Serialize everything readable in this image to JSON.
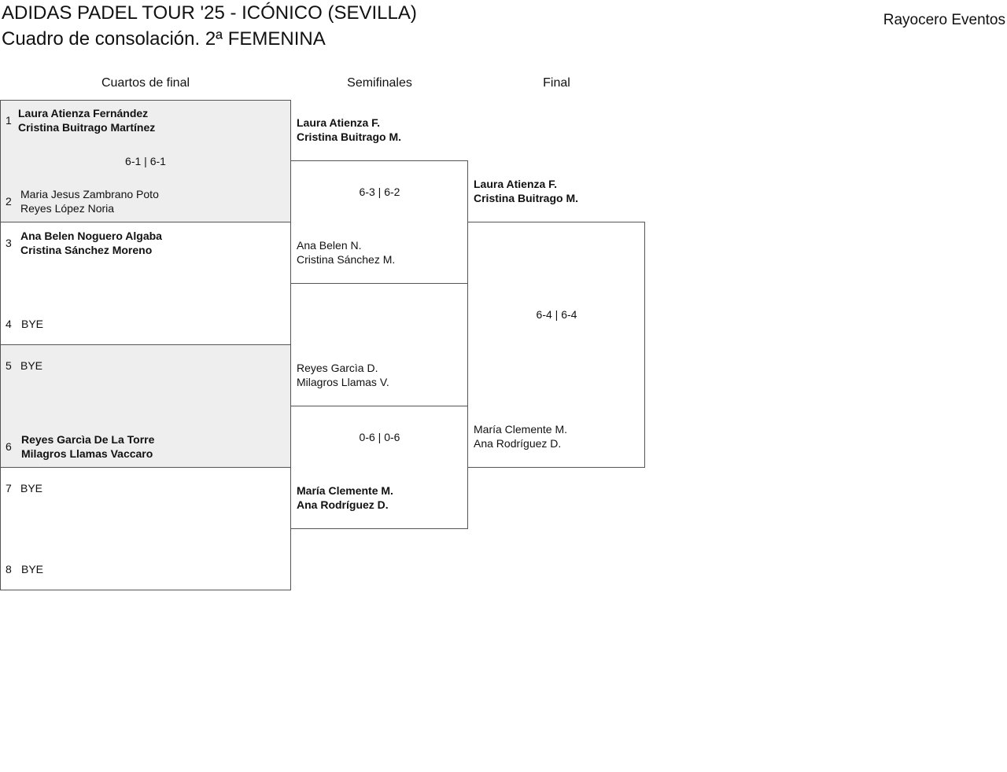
{
  "header": {
    "title": "ADIDAS PADEL TOUR '25 - ICÓNICO (SEVILLA)",
    "subtitle": "Cuadro de consolación. 2ª FEMENINA",
    "organizer": "Rayocero Eventos"
  },
  "rounds": {
    "quarterfinals": "Cuartos de final",
    "semifinals": "Semifinales",
    "final": "Final"
  },
  "quarterfinals": [
    {
      "score": "6-1 | 6-1",
      "top": {
        "seed": "1",
        "p1": "Laura Atienza Fernández",
        "p2": "Cristina Buitrago Martínez"
      },
      "bottom": {
        "seed": "2",
        "p1": "Maria Jesus Zambrano Poto",
        "p2": "Reyes López Noria"
      }
    },
    {
      "score": "",
      "top": {
        "seed": "3",
        "p1": "Ana Belen Noguero Algaba",
        "p2": "Cristina Sánchez Moreno"
      },
      "bottom": {
        "seed": "4",
        "p1": "BYE",
        "p2": ""
      }
    },
    {
      "score": "",
      "top": {
        "seed": "5",
        "p1": "BYE",
        "p2": ""
      },
      "bottom": {
        "seed": "6",
        "p1": "Reyes Garcìa De La Torre",
        "p2": "Milagros Llamas Vaccaro"
      }
    },
    {
      "score": "",
      "top": {
        "seed": "7",
        "p1": "BYE",
        "p2": ""
      },
      "bottom": {
        "seed": "8",
        "p1": "BYE",
        "p2": ""
      }
    }
  ],
  "semifinals": [
    {
      "score": "6-3 | 6-2",
      "top": {
        "p1": "Laura Atienza F.",
        "p2": "Cristina Buitrago M."
      },
      "bottom": {
        "p1": "Ana Belen N.",
        "p2": "Cristina Sánchez M."
      }
    },
    {
      "score": "0-6 | 0-6",
      "top": {
        "p1": "Reyes Garcìa D.",
        "p2": "Milagros Llamas V."
      },
      "bottom": {
        "p1": "María Clemente M.",
        "p2": "Ana Rodríguez D."
      }
    }
  ],
  "final": {
    "score": "6-4 | 6-4",
    "top": {
      "p1": "Laura Atienza F.",
      "p2": "Cristina Buitrago M."
    },
    "bottom": {
      "p1": "María Clemente M.",
      "p2": "Ana Rodríguez D."
    }
  },
  "colors": {
    "shade": "#eeeeee",
    "border": "#555555"
  }
}
